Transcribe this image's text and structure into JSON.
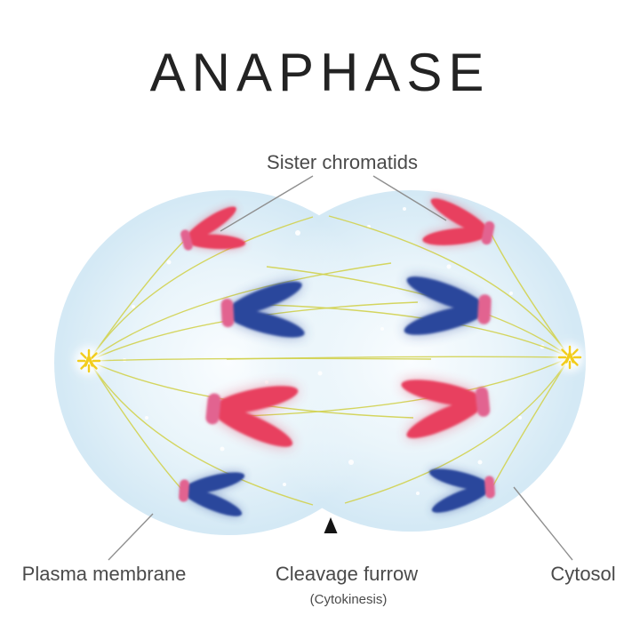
{
  "title": "ANAPHASE",
  "labels": {
    "sister_chromatids": "Sister chromatids",
    "plasma_membrane": "Plasma membrane",
    "cleavage_furrow": "Cleavage furrow",
    "cytokinesis": "(Cytokinesis)",
    "cytosol": "Cytosol"
  },
  "figure": {
    "stage_name": "Anaphase",
    "red_chromatid_count": 4,
    "blue_chromatid_count": 4,
    "spindle_pole_count": 2
  },
  "colors": {
    "title_text": "#232323",
    "label_text": "#4a4a4a",
    "leader_line": "#8f8f8f",
    "arrow": "#141414",
    "cell_base": "#d4e9f5",
    "spindle_fiber": "#d2d24f",
    "centrosome": "#f2cd1c",
    "chromatid_red": "#e8415f",
    "chromatid_blue": "#2b479c",
    "centromere_band": "#e26490",
    "speckle": "#ffffff"
  }
}
